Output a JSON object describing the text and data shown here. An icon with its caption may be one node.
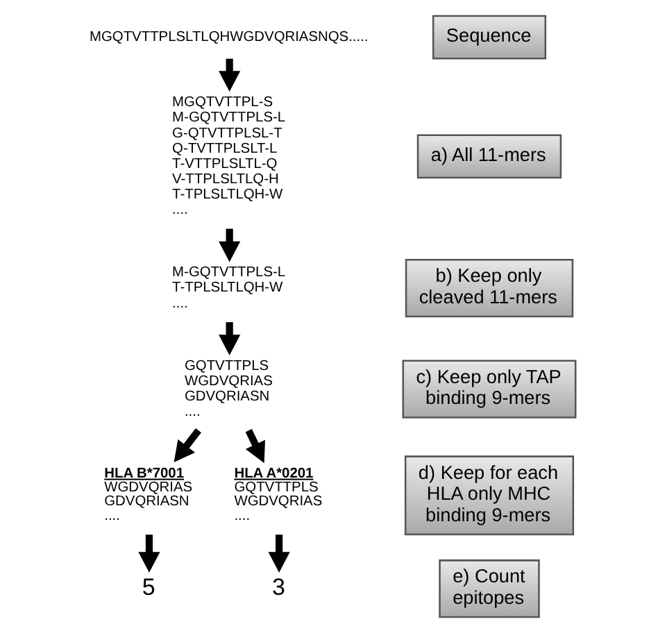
{
  "diagram": {
    "nodes": [
      {
        "text": [
          "MGQTVTTPLSLTLQHWGDVQRIASNQS....."
        ]
      },
      {
        "text": [
          "Sequence"
        ]
      },
      {
        "text": [
          "MGQTVTTPL-S",
          "M-GQTVTTPLS-L",
          "G-QTVTTPLSL-T",
          "Q-TVTTPLSLT-L",
          "T-VTTPLSLTL-Q",
          "V-TTPLSLTLQ-H",
          "T-TPLSLTLQH-W",
          "...."
        ]
      },
      {
        "text": [
          "a) All 11-mers"
        ]
      },
      {
        "text": [
          "M-GQTVTTPLS-L",
          "T-TPLSLTLQH-W",
          "...."
        ]
      },
      {
        "text": [
          "b) Keep only cleaved 11-mers"
        ]
      },
      {
        "text": [
          "GQTVTTPLS",
          "WGDVQRIAS",
          "GDVQRIASN",
          "...."
        ]
      },
      {
        "text": [
          "c) Keep only TAP binding 9-mers"
        ]
      },
      {
        "text": [
          "d) Keep for each HLA only MHC binding 9-mers"
        ]
      },
      {
        "text": [
          "HLA B*7001",
          "WGDVQRIAS",
          "GDVQRIASN",
          "...."
        ]
      },
      {
        "text": [
          "HLA A*0201",
          "GQTVTTPLS",
          "WGDVQRIAS",
          "...."
        ]
      },
      {
        "text": [
          "e) Count epitopes"
        ]
      },
      {
        "text": [
          "5"
        ]
      },
      {
        "text": [
          "3"
        ]
      }
    ],
    "edges": [
      {
        "from": 0,
        "to": 2,
        "arrow": "to"
      },
      {
        "from": 2,
        "to": 4,
        "arrow": "to"
      },
      {
        "from": 4,
        "to": 6,
        "arrow": "to"
      },
      {
        "from": 6,
        "to": 9,
        "arrow": "to"
      },
      {
        "from": 6,
        "to": 10,
        "arrow": "to"
      },
      {
        "from": 9,
        "to": 12,
        "arrow": "to"
      },
      {
        "from": 10,
        "to": 13,
        "arrow": "to"
      }
    ]
  }
}
